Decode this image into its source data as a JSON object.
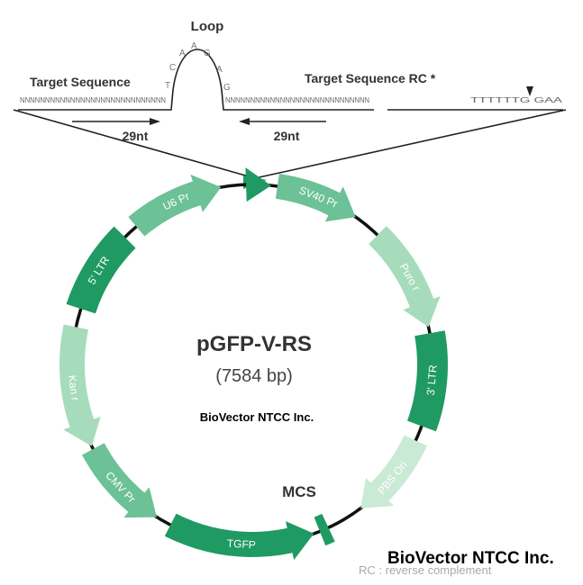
{
  "hairpin": {
    "loop_label": "Loop",
    "loop_bases": [
      "T",
      "C",
      "A",
      "A",
      "G",
      "A",
      "G"
    ],
    "left_label": "Target Sequence",
    "right_label": "Target Sequence RC *",
    "left_seq": "NNNNNNNNNNNNNNNNNNNNNNNNNNNNN",
    "right_seq": "NNNNNNNNNNNNNNNNNNNNNNNNNNNNN",
    "terminator_seq": "TTTTTTG GAA",
    "left_length": "29nt",
    "right_length": "29nt"
  },
  "plasmid": {
    "name": "pGFP-V-RS",
    "size": "(7584 bp)",
    "watermark": "BioVector NTCC Inc.",
    "features": [
      {
        "id": "u6-marker",
        "label": "",
        "color": "#1f9a63"
      },
      {
        "id": "sv40-pr",
        "label": "SV40 Pr",
        "color": "#6cc196"
      },
      {
        "id": "puro-r",
        "label": "Puro r",
        "color": "#a6dcbc"
      },
      {
        "id": "3-ltr",
        "label": "3' LTR",
        "color": "#1f9a63"
      },
      {
        "id": "pbs-ori",
        "label": "PBS Ori",
        "color": "#c9ead5"
      },
      {
        "id": "mcs",
        "label": "MCS",
        "color": "#1f9a63"
      },
      {
        "id": "tgfp",
        "label": "TGFP",
        "color": "#1f9a63"
      },
      {
        "id": "cmv-pr",
        "label": "CMV Pr",
        "color": "#6cc196"
      },
      {
        "id": "kan-r",
        "label": "Kan r",
        "color": "#a6dcbc"
      },
      {
        "id": "5-ltr",
        "label": "5' LTR",
        "color": "#1f9a63"
      },
      {
        "id": "u6-pr",
        "label": "U6 Pr",
        "color": "#6cc196"
      }
    ]
  },
  "footer": {
    "brand": "BioVector NTCC Inc.",
    "legend": "RC : reverse complement"
  }
}
